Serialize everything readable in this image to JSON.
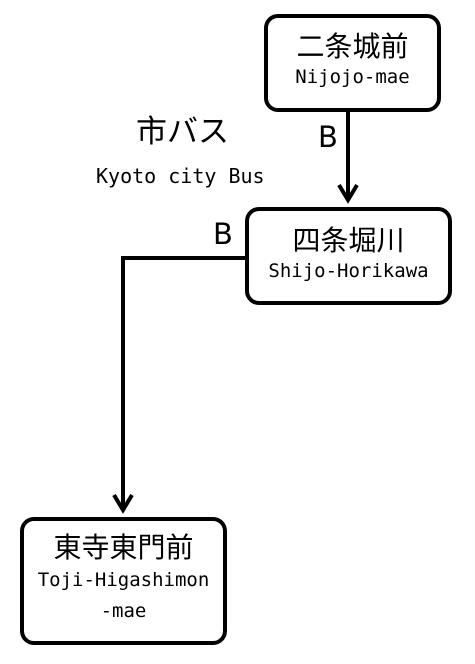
{
  "route": {
    "name_ja": "市バス",
    "name_en": "Kyoto city Bus",
    "line_label": "B"
  },
  "stops": [
    {
      "name_ja": "二条城前",
      "name_en": "Nijojo-mae"
    },
    {
      "name_ja": "四条堀川",
      "name_en": "Shijo-Horikawa"
    },
    {
      "name_ja": "東寺東門前",
      "name_en_lines": [
        "Toji-Higashimon",
        "-mae"
      ]
    }
  ],
  "colors": {
    "line": "#000000",
    "box_border": "#000000",
    "background": "#ffffff"
  }
}
